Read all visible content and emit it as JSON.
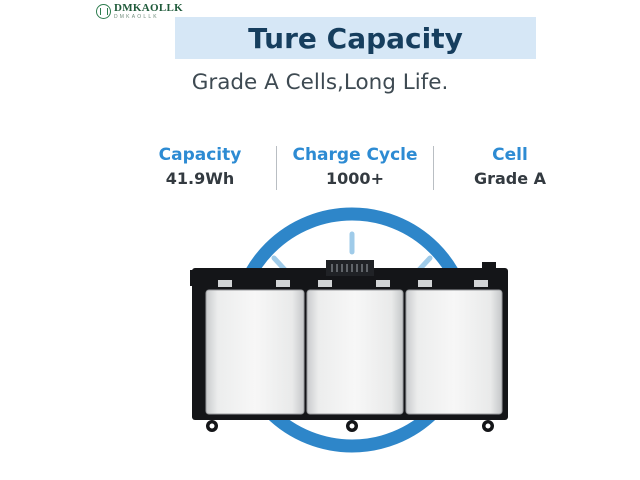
{
  "brand": {
    "name": "DMKAOLLK",
    "tagline": "DMKAOLLK"
  },
  "header": {
    "title": "Ture Capacity",
    "subtitle": "Grade A Cells,Long Life."
  },
  "specs": [
    {
      "label": "Capacity",
      "value": "41.9Wh"
    },
    {
      "label": "Charge Cycle",
      "value": "1000+"
    },
    {
      "label": "Cell",
      "value": "Grade A"
    }
  ],
  "colors": {
    "accent_blue": "#2d8bd3",
    "ring_blue": "#2e86c9",
    "title_band": "#d6e7f6",
    "title_text": "#163e5e",
    "frame": "#141518"
  },
  "illustration": {
    "subject": "laptop battery pack",
    "cell_count": 3,
    "icons": [
      "circle-arrows-icon",
      "battery-cells"
    ]
  }
}
